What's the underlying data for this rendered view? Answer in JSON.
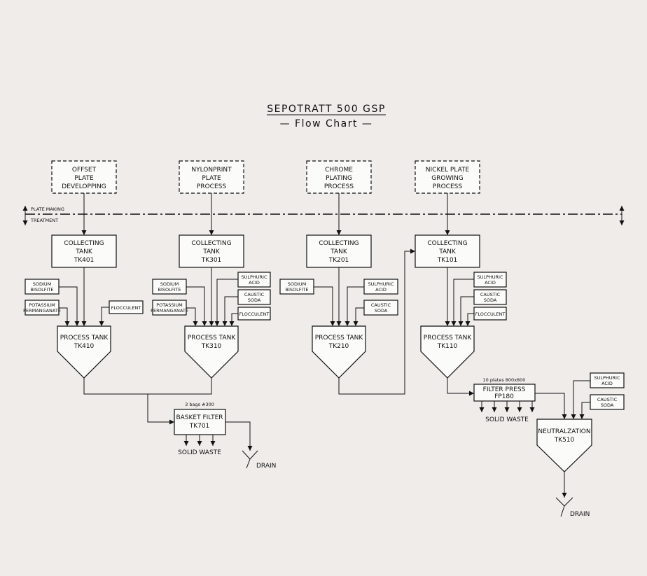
{
  "title": "SEPOTRATT 500 GSP",
  "subtitle": "— Flow Chart —",
  "zones": {
    "upper": "PLATE MAKING",
    "lower": "TREATMENT"
  },
  "sources": [
    [
      "OFFSET",
      "PLATE",
      "DEVELOPPING"
    ],
    [
      "NYLONPRINT",
      "PLATE",
      "PROCESS"
    ],
    [
      "CHROME",
      "PLATING",
      "PROCESS"
    ],
    [
      "NICKEL PLATE",
      "GROWING",
      "PROCESS"
    ]
  ],
  "collecting_tanks": [
    [
      "COLLECTING",
      "TANK",
      "TK401"
    ],
    [
      "COLLECTING",
      "TANK",
      "TK301"
    ],
    [
      "COLLECTING",
      "TANK",
      "TK201"
    ],
    [
      "COLLECTING",
      "TANK",
      "TK101"
    ]
  ],
  "process_tanks": [
    [
      "PROCESS TANK",
      "TK410"
    ],
    [
      "PROCESS TANK",
      "TK310"
    ],
    [
      "PROCESS TANK",
      "TK210"
    ],
    [
      "PROCESS TANK",
      "TK110"
    ]
  ],
  "chemicals": {
    "sodium_bisolfite": [
      "SODIUM",
      "BISOLFITE"
    ],
    "potassium_permanganate": [
      "POTASSIUM",
      "PERMANGANATE"
    ],
    "flocculent": [
      "FLOCCULENT"
    ],
    "sulphuric_acid": [
      "SULPHURIC",
      "ACID"
    ],
    "caustic_soda": [
      "CAUSTIC",
      "SODA"
    ]
  },
  "basket_filter": {
    "lines": [
      "BASKET FILTER",
      "TK701"
    ],
    "note": "3 bags #300",
    "waste": "SOLID  WASTE",
    "drain": "DRAIN"
  },
  "filter_press": {
    "lines": [
      "FILTER PRESS",
      "FP180"
    ],
    "note": "10 plates 800x800",
    "waste": "SOLID  WASTE"
  },
  "neutralization": {
    "lines": [
      "NEUTRALZATION",
      "TK510"
    ],
    "drain": "DRAIN"
  }
}
